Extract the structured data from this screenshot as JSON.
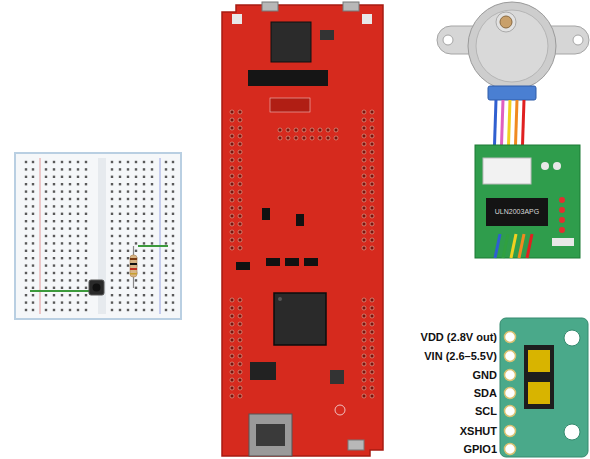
{
  "diagram": {
    "labels": [
      "VDD (2.8V out)",
      "VIN (2.6–5.5V)",
      "GND",
      "SDA",
      "SCL",
      "XSHUT",
      "GPIO1",
      "ULN2003APG"
    ]
  }
}
